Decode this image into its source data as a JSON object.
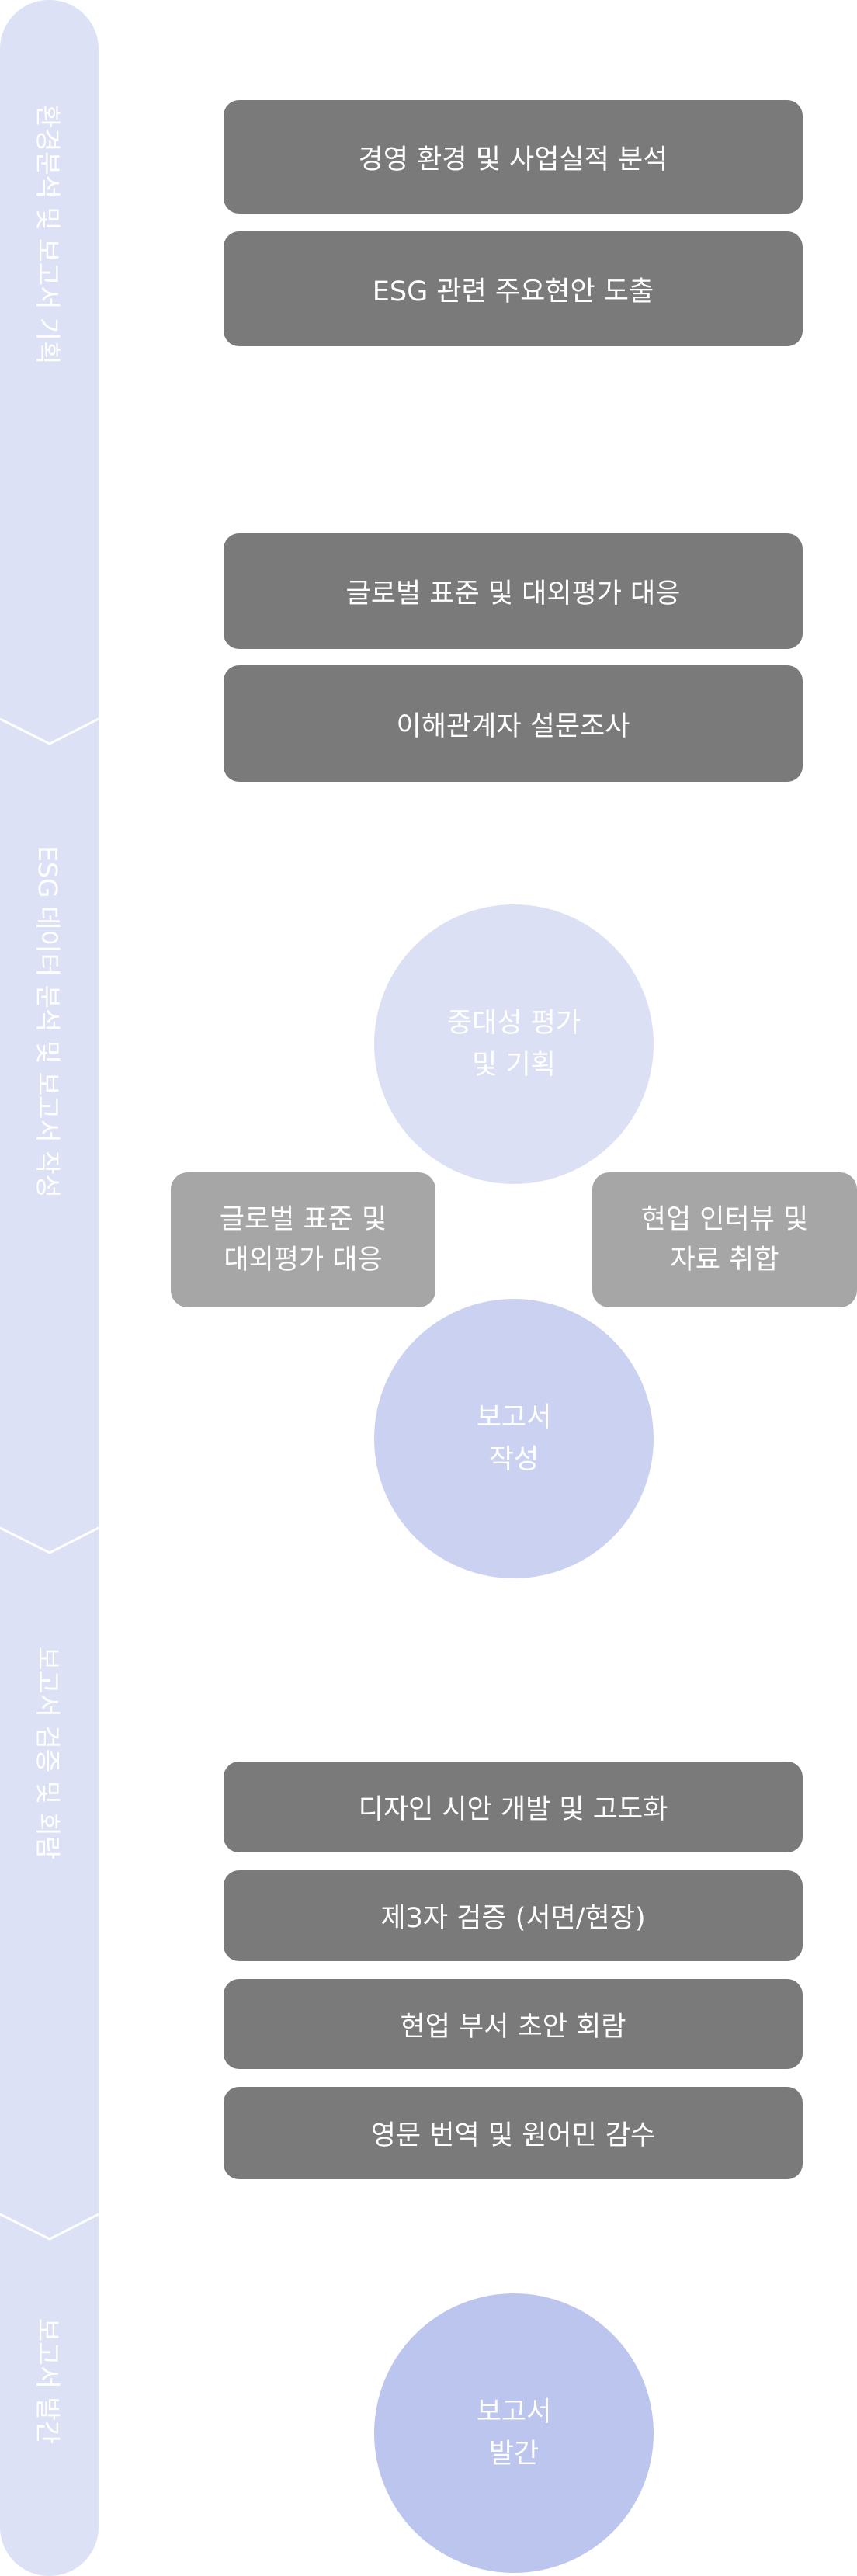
{
  "colors": {
    "sidebar": "#dde1f6",
    "box_dark": "#7a7a7a",
    "box_light": "#a6a6a6",
    "circle_1": "#dce0f5",
    "circle_2": "#cbd2f1",
    "circle_3": "#bcc5ee"
  },
  "stages": [
    {
      "label": "환경분석 및 보고서 기획"
    },
    {
      "label": "ESG 데이터 분석 및 보고서 작성"
    },
    {
      "label": "보고서 검증 및 회람"
    },
    {
      "label": "보고서 발간"
    }
  ],
  "stage1": {
    "items": [
      "경영 환경 및 사업실적 분석",
      "ESG 관련 주요현안 도출",
      "글로벌 표준 및 대외평가 대응",
      "이해관계자 설문조사"
    ]
  },
  "stage2": {
    "circle_top": {
      "line1": "중대성 평가",
      "line2": "및 기획"
    },
    "left_box": {
      "line1": "글로벌 표준 및",
      "line2": "대외평가 대응"
    },
    "right_box": {
      "line1": "현업 인터뷰 및",
      "line2": "자료 취합"
    },
    "circle_bottom": {
      "line1": "보고서",
      "line2": "작성"
    }
  },
  "stage3": {
    "items": [
      "디자인 시안 개발 및 고도화",
      "제3자 검증 (서면/현장)",
      "현업 부서 초안 회람",
      "영문 번역 및 원어민 감수"
    ]
  },
  "stage4": {
    "circle": {
      "line1": "보고서",
      "line2": "발간"
    }
  }
}
